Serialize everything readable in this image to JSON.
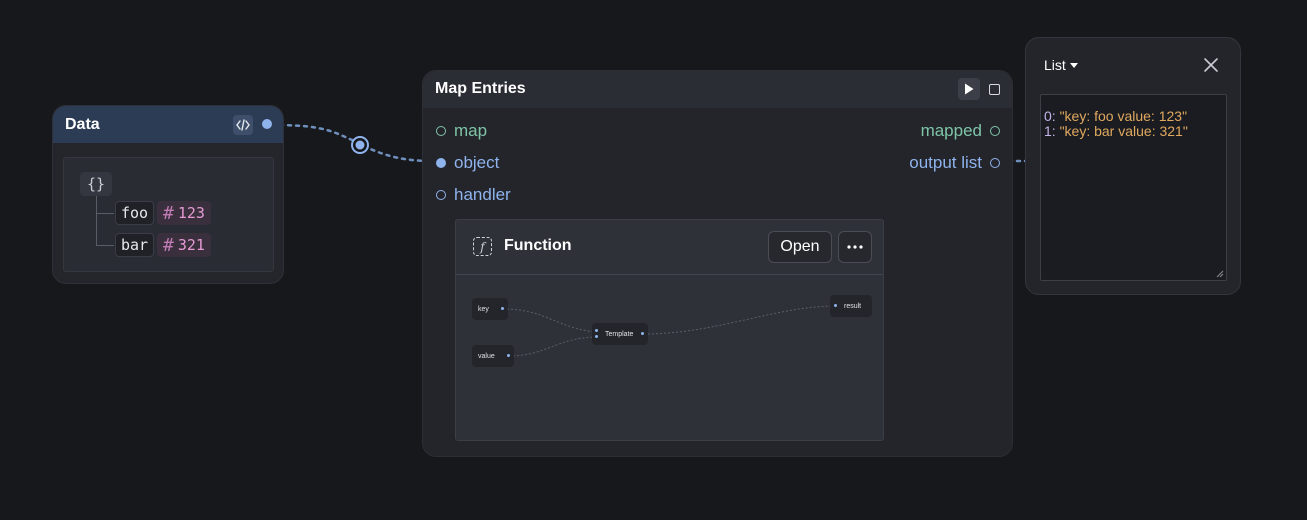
{
  "data_node": {
    "title": "Data",
    "root_brace": "{}",
    "entries": [
      {
        "key": "foo",
        "type_symbol": "#",
        "value": "123"
      },
      {
        "key": "bar",
        "type_symbol": "#",
        "value": "321"
      }
    ]
  },
  "map_node": {
    "title": "Map Entries",
    "inputs": [
      {
        "label": "map",
        "connected": false
      },
      {
        "label": "object",
        "connected": true
      },
      {
        "label": "handler",
        "connected": false
      }
    ],
    "outputs": [
      {
        "label": "mapped"
      },
      {
        "label": "output list"
      }
    ],
    "function_card": {
      "title": "Function",
      "open_label": "Open",
      "more_label": "···",
      "preview_nodes": {
        "key": "key",
        "value": "value",
        "template": "Template",
        "result": "result"
      }
    }
  },
  "list_panel": {
    "mode_label": "List",
    "items": [
      {
        "index": "0:",
        "value": "\"key: foo value: 123\""
      },
      {
        "index": "1:",
        "value": "\"key: bar value: 321\""
      }
    ]
  },
  "colors": {
    "background": "#17181c",
    "data_header": "#2c3c55",
    "port_blue": "#8fb3ec",
    "port_green": "#7fc4a7",
    "number_pink": "#e59ad4",
    "string_orange": "#e0a95f",
    "index_violet": "#c3b4ea"
  }
}
